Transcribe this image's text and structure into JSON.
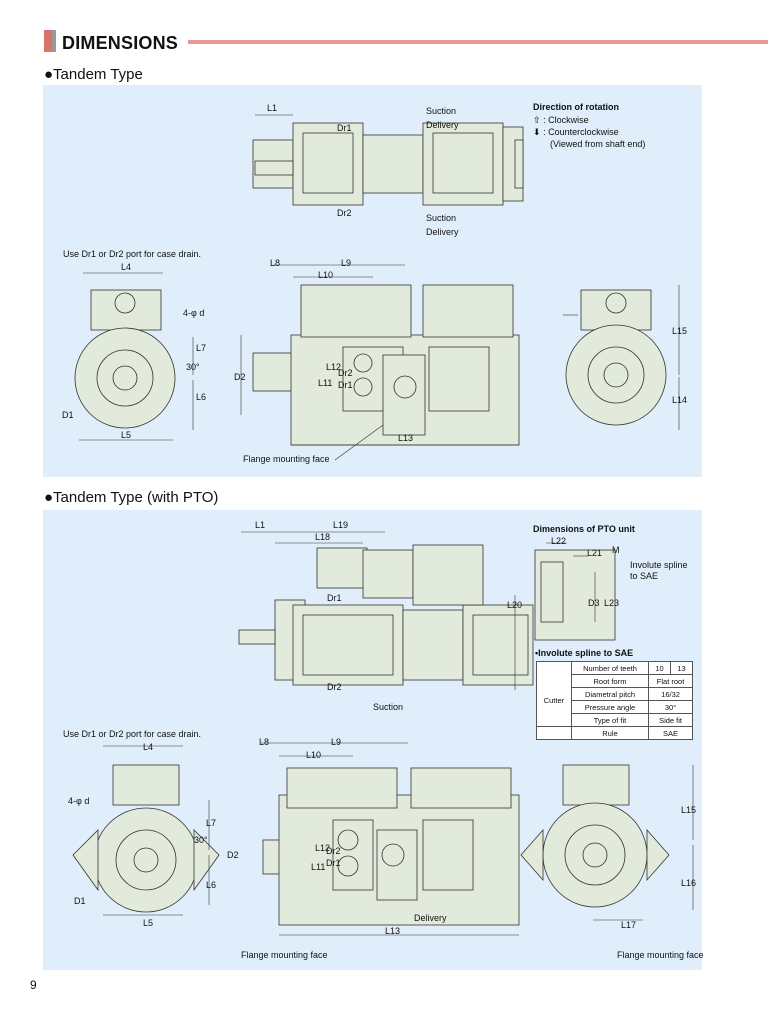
{
  "header": {
    "title": "DIMENSIONS"
  },
  "sections": [
    {
      "title": "●Tandem Type"
    },
    {
      "title": "●Tandem Type (with PTO)"
    }
  ],
  "panel1": {
    "rotation_title": "Direction of rotation",
    "rotation_cw": ": Clockwise",
    "rotation_ccw": ": Counterclockwise",
    "rotation_note": "(Viewed from shaft end)",
    "suction_top": "Suction",
    "delivery_top": "Delivery",
    "suction_bottom": "Suction",
    "delivery_bottom": "Delivery",
    "drain_note": "Use Dr1 or Dr2 port for case drain.",
    "flange_label": "Flange mounting face",
    "dims": {
      "L1": "L1",
      "Dr1": "Dr1",
      "Dr2": "Dr2",
      "L4": "L4",
      "L8": "L8",
      "L9": "L9",
      "L10": "L10",
      "4d": "4-φ d",
      "L7": "L7",
      "L6": "L6",
      "L5": "L5",
      "D1": "D1",
      "angle": "30°",
      "D2": "D2",
      "L11": "L11",
      "L12": "L12",
      "Dr2b": "Dr2",
      "Dr1b": "Dr1",
      "L13": "L13",
      "L15": "L15",
      "L14": "L14"
    }
  },
  "panel2": {
    "pto_title": "Dimensions of PTO unit",
    "pto_L22": "L22",
    "pto_L21": "L21",
    "pto_M": "M",
    "pto_D3": "D3",
    "pto_L23": "L23",
    "spline_note": "Involute spline\nto SAE",
    "spline_title": "•Involute spline to SAE",
    "spline_table": {
      "rows": [
        {
          "c1": "",
          "c2": "Number of teeth",
          "c3": "10",
          "c4": "13"
        },
        {
          "c1": "",
          "c2": "Root form",
          "c3": "Flat root"
        },
        {
          "c1": "Cutter",
          "c2": "Diametral pitch",
          "c3": "16/32"
        },
        {
          "c1": "",
          "c2": "Pressure angle",
          "c3": "30°"
        },
        {
          "c1": "",
          "c2": "Type of fit",
          "c3": "Side fit"
        },
        {
          "c1": "",
          "c2": "Rule",
          "c3": "SAE"
        }
      ]
    },
    "suction_label": "Suction",
    "delivery_label": "Delivery",
    "drain_note": "Use Dr1 or Dr2 port for case drain.",
    "flange_left": "Flange mounting face",
    "flange_right": "Flange mounting face",
    "dims": {
      "L1": "L1",
      "L19": "L19",
      "L18": "L18",
      "Dr1": "Dr1",
      "Dr2": "Dr2",
      "L20": "L20",
      "L4": "L4",
      "4d": "4-φ d",
      "L7": "L7",
      "angle": "30°",
      "L6": "L6",
      "L5": "L5",
      "D1": "D1",
      "L8": "L8",
      "L9": "L9",
      "L10": "L10",
      "D2": "D2",
      "L11": "L11",
      "L12": "L12",
      "Dr2b": "Dr2",
      "Dr1b": "Dr1",
      "L13": "L13",
      "L15": "L15",
      "L16": "L16",
      "L17": "L17"
    }
  },
  "footer": {
    "page": "9"
  }
}
